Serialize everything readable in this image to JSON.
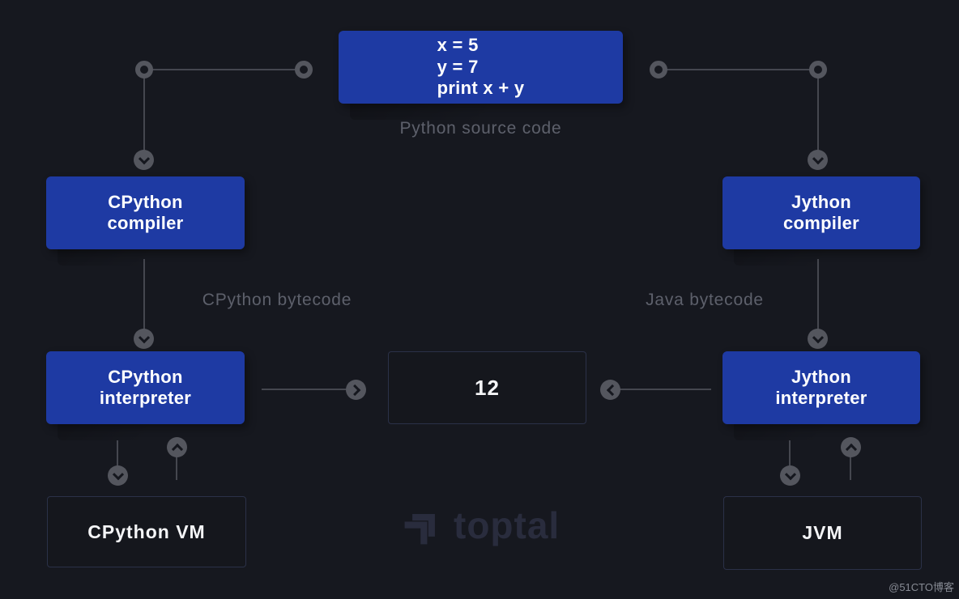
{
  "page": {
    "background": "#16181F",
    "watermark": "@51CTO博客"
  },
  "colors": {
    "box_blue": "#1E3AA3",
    "outline_border": "#2B3148",
    "connector_gray": "#54565E",
    "caption_gray": "#5D606B",
    "logo_navy": "#292C3D",
    "text_white": "#FFFFFF"
  },
  "nodes": {
    "source": {
      "lines": [
        "x = 5",
        "y = 7",
        "print x + y"
      ],
      "caption": "Python source code"
    },
    "cpython_compiler": {
      "lines": [
        "CPython",
        "compiler"
      ]
    },
    "jython_compiler": {
      "lines": [
        "Jython",
        "compiler"
      ]
    },
    "cpython_interpreter": {
      "lines": [
        "CPython",
        "interpreter"
      ]
    },
    "jython_interpreter": {
      "lines": [
        "Jython",
        "interpreter"
      ]
    },
    "result": {
      "value": "12"
    },
    "cpython_vm": {
      "label": "CPython VM"
    },
    "jvm": {
      "label": "JVM"
    }
  },
  "labels": {
    "cpython_bytecode": "CPython bytecode",
    "java_bytecode": "Java bytecode"
  },
  "logo": {
    "text": "toptal"
  }
}
